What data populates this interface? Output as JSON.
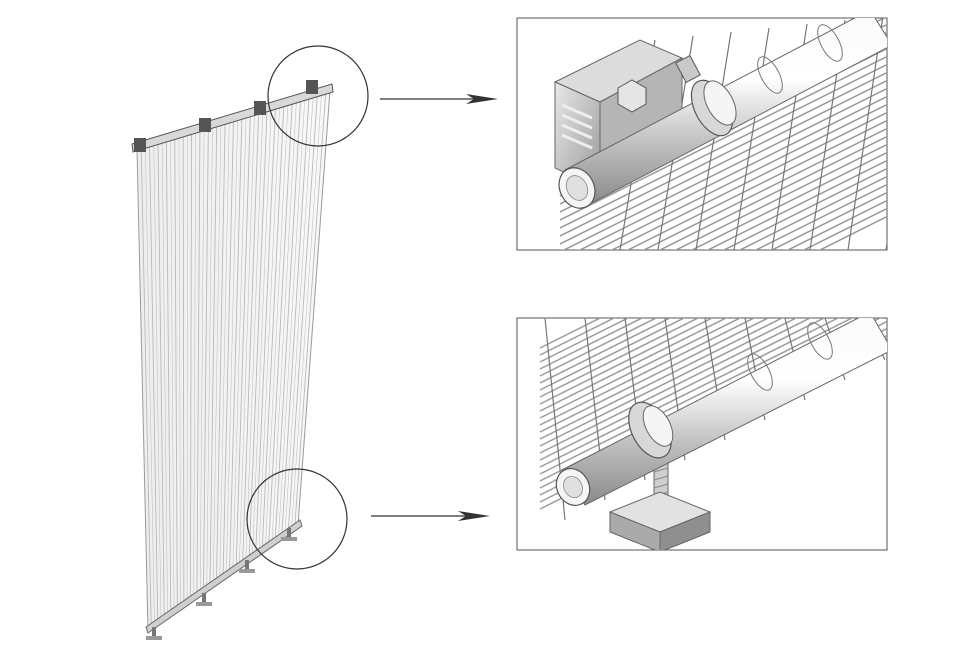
{
  "diagram": {
    "subject": "mesh-panel-mounting-detail",
    "colors": {
      "background": "#ffffff",
      "outline": "#333333",
      "panel_fill": "#f3f3f3",
      "mesh_line": "#b9b9b9",
      "metal_light": "#f2f2f2",
      "metal_mid": "#c9c9c9",
      "metal_dark": "#8a8a8a",
      "frame_border": "#555555"
    },
    "callouts": [
      {
        "name": "top-mount-detail",
        "icon": "magnifier-circle"
      },
      {
        "name": "bottom-mount-detail",
        "icon": "magnifier-circle"
      }
    ]
  }
}
